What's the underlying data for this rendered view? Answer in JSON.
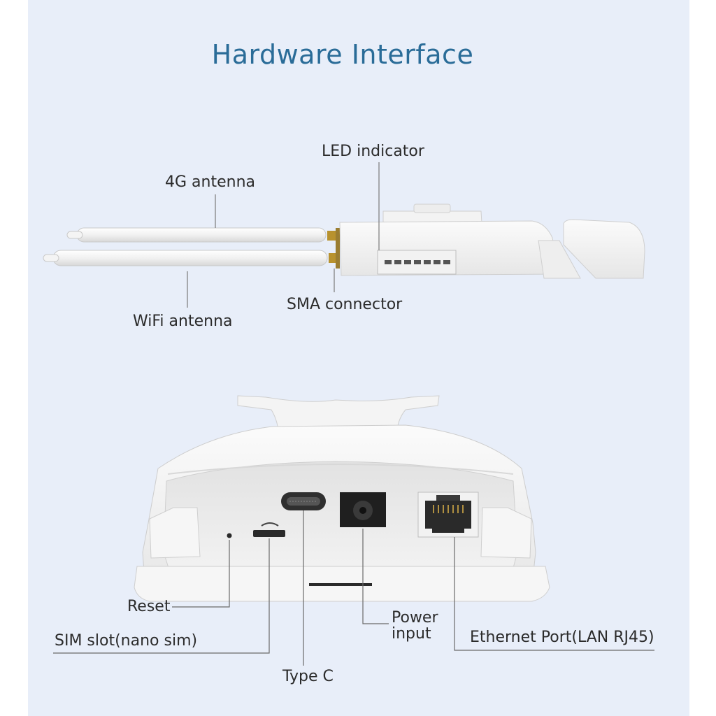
{
  "title": "Hardware Interface",
  "labels": {
    "led_indicator": "LED indicator",
    "antenna_4g": "4G antenna",
    "wifi_antenna": "WiFi antenna",
    "sma_connector": "SMA connector",
    "reset": "Reset",
    "sim_slot": "SIM slot(nano sim)",
    "type_c": "Type C",
    "power_input_line1": "Power",
    "power_input_line2": "input",
    "ethernet_port": "Ethernet Port(LAN RJ45)"
  },
  "colors": {
    "title": "#2a6c98",
    "panel": "#e8eef9",
    "device": "#f7f7f7"
  }
}
